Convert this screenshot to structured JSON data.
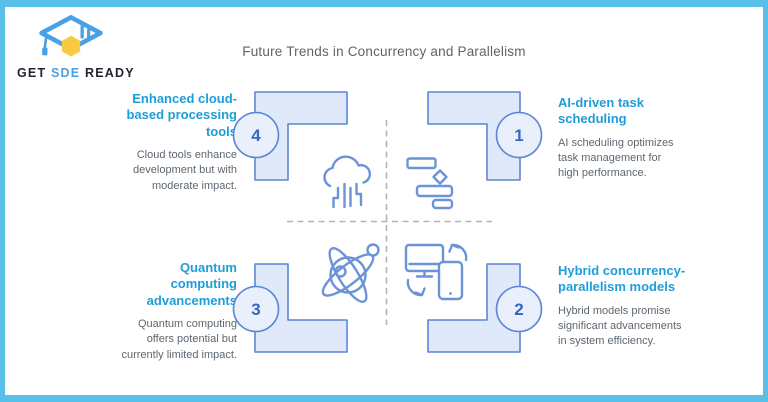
{
  "title": "Future Trends in Concurrency and Parallelism",
  "logo": {
    "word_get": "GET",
    "word_sde": "SDE",
    "word_ready": "READY",
    "icon": "graduation-cap-icon"
  },
  "quadrants": [
    {
      "number": "1",
      "position": "top-right",
      "heading": "AI-driven task scheduling",
      "description": "AI scheduling optimizes task management for high performance.",
      "icon": "gantt-chart-icon"
    },
    {
      "number": "2",
      "position": "bottom-right",
      "heading": "Hybrid concurrency-parallelism models",
      "description": "Hybrid models promise significant advancements in system efficiency.",
      "icon": "device-sync-icon"
    },
    {
      "number": "3",
      "position": "bottom-left",
      "heading": "Quantum computing advancements",
      "description": "Quantum computing offers potential but currently limited impact.",
      "icon": "atom-icon"
    },
    {
      "number": "4",
      "position": "top-left",
      "heading": "Enhanced cloud-based processing tools",
      "description": "Cloud tools enhance development but with moderate impact.",
      "icon": "cloud-circuit-icon"
    }
  ],
  "colors": {
    "frame": "#58bfe9",
    "heading_accent": "#1f9dd8",
    "shape_border": "#5b86d6",
    "shape_fill": "#dfe9f9",
    "badge_fill": "#e9f0fb",
    "number_text": "#3565c5",
    "body_text": "#5d6770",
    "title_text": "#5f6368",
    "icon_stroke": "#6b93d8",
    "logo_blue": "#4aa0e4",
    "logo_dark": "#23242e",
    "logo_hexagon_yellow": "#f7ca41"
  }
}
